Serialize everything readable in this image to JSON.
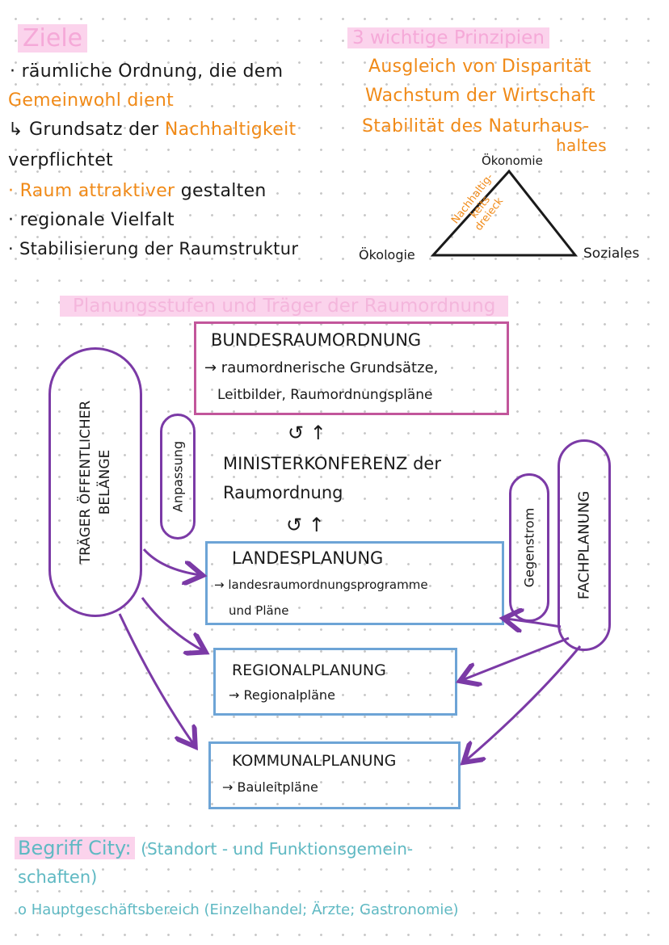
{
  "ziele": {
    "heading": "Ziele",
    "lines": [
      "· räumliche Ordnung, die dem",
      "Gemeinwohl dient",
      "↳ Grundsatz der",
      "Nachhaltigkeit",
      "verpflichtet",
      "· Raum attraktiver",
      "gestalten",
      "· regionale Vielfalt",
      "· Stabilisierung der Raumstruktur"
    ]
  },
  "prinzipien": {
    "heading": "3 wichtige Prinzipien",
    "items": [
      "Ausgleich von Disparität",
      "Wachstum der Wirtschaft",
      "Stabilität des Naturhaus-",
      "haltes"
    ],
    "triangle": {
      "top": "Ökonomie",
      "left": "Ökologie",
      "right": "Soziales",
      "center": [
        "Nachhaltig-",
        "keits",
        "dreieck"
      ]
    }
  },
  "planung": {
    "heading": "Planungsstufen und Träger der Raumordnung",
    "bund": {
      "title": "BUNDESRAUMORDNUNG",
      "line1": "→ raumordnerische Grundsätze,",
      "line2": "Leitbilder, Raumordnungspläne"
    },
    "arrows_updown": "↺ ↑",
    "minister": {
      "line1": "MINISTERKONFERENZ der",
      "line2": "Raumordnung"
    },
    "land": {
      "title": "LANDESPLANUNG",
      "line1": "→ landesraumordnungsprogramme",
      "line2": "und Pläne"
    },
    "regional": {
      "title": "REGIONALPLANUNG",
      "line1": "→ Regionalpläne"
    },
    "kommunal": {
      "title": "KOMMUNALPLANUNG",
      "line1": "→ Bauleitpläne"
    },
    "traeger": {
      "line1": "TRÄGER ÖFFENTLICHER",
      "line2": "BELÄNGE"
    },
    "anpassung": "Anpassung",
    "gegenstrom": "Gegenstrom",
    "fachplanung": "FACHPLANUNG"
  },
  "city": {
    "heading": "Begriff City:",
    "rest": "(Standort - und Funktionsgemein-",
    "line2": "schaften)",
    "line3": "o Hauptgeschäftsbereich (Einzelhandel; Ärzte; Gastronomie)"
  },
  "colors": {
    "highlight_pink": "#fbd3ec",
    "orange": "#f08a18",
    "teal": "#5fb9c3",
    "purple": "#7b3aa6",
    "box_pink": "#c2569b",
    "box_blue": "#6da4d6"
  }
}
